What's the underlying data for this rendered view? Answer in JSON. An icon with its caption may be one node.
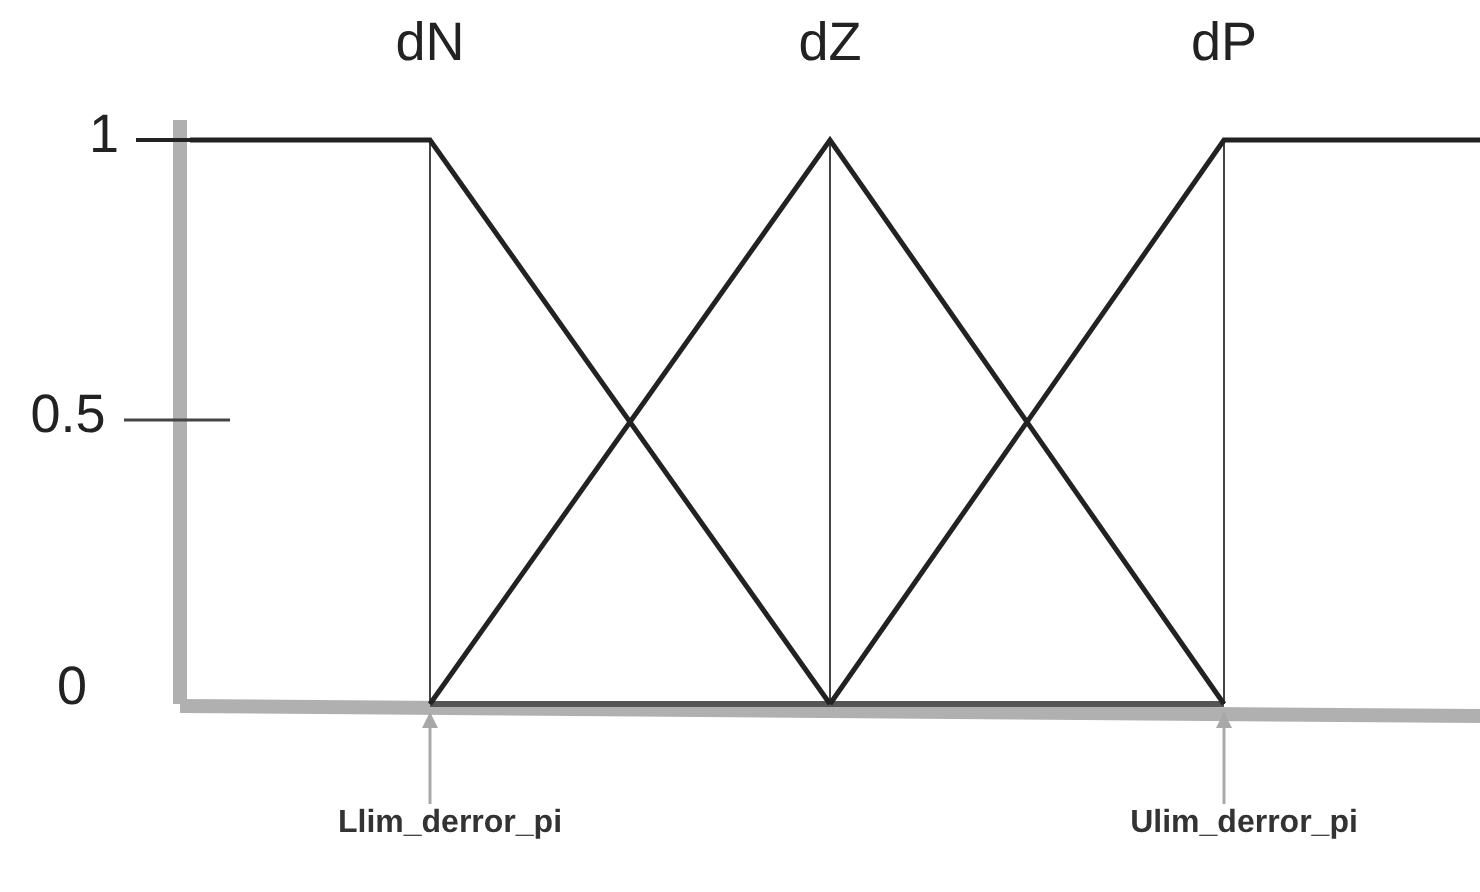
{
  "diagram": {
    "nodes": [
      {
        "text": [
          "Llim_derror_pi"
        ]
      },
      {
        "text": [
          "Ulim_derror_pi"
        ]
      }
    ],
    "edges": [
      {
        "from": 0,
        "to": null,
        "arrow": "to"
      },
      {
        "from": 1,
        "to": null,
        "arrow": "to"
      }
    ],
    "labels": [
      "dN",
      "dZ",
      "dP",
      "1",
      "0.5",
      "0"
    ]
  }
}
